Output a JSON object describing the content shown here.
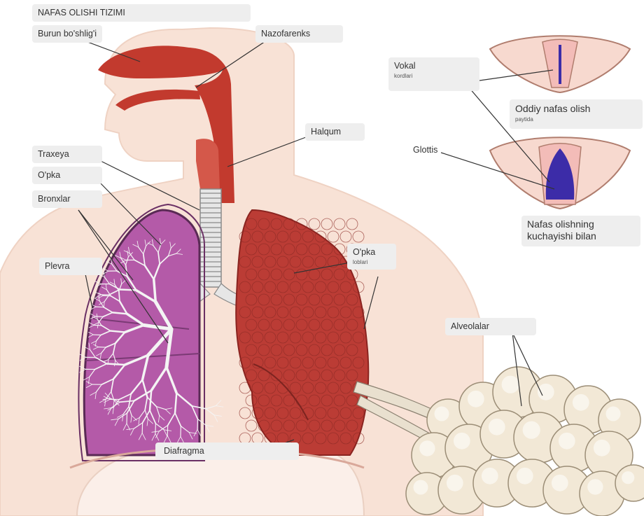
{
  "title": "NAFAS OLISHI TIZIMI",
  "labels": {
    "burun": "Burun bo'shlig'i",
    "nazofarenks": "Nazofarenks",
    "halqum": "Halqum",
    "traxeya": "Traxeya",
    "opka_left": "O'pka",
    "bronxlar": "Bronxlar",
    "plevra": "Plevra",
    "opka_right": "O'pka",
    "opka_right_sub": "loblari",
    "diafragma": "Diafragma",
    "alveolalar": "Alveolalar",
    "vokal": "Vokal",
    "vokal_sub": "kordlari",
    "glottis": "Glottis",
    "oddiy": "Oddiy nafas olish",
    "oddiy_sub": "paytida",
    "kuchay_1": "Nafas olishning",
    "kuchay_2": "kuchayishi bilan"
  },
  "colors": {
    "skin": "#f8e2d6",
    "airway_red": "#c23a2e",
    "lung_left_purple": "#b45aa8",
    "lung_right_red": "#bb3c35",
    "bronchi_white": "#f4f4f4",
    "glottis_blue": "#3c2ca8",
    "alveoli_cream": "#f2e8d6",
    "label_bg": "#eeeeee"
  }
}
